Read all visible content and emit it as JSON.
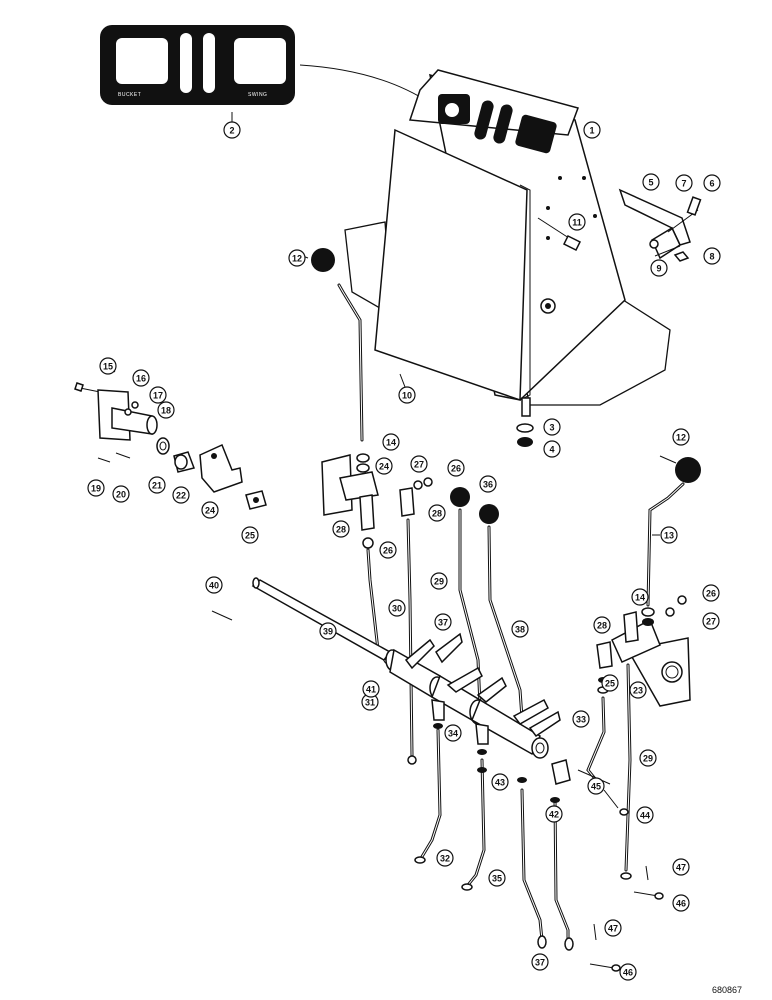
{
  "document_number": "680867",
  "decal": {
    "left_label": "BUCKET",
    "right_label": "SWING"
  },
  "callouts": [
    "1",
    "2",
    "3",
    "4",
    "5",
    "6",
    "7",
    "8",
    "9",
    "10",
    "11",
    "12",
    "13",
    "14",
    "15",
    "16",
    "17",
    "18",
    "19",
    "20",
    "21",
    "22",
    "23",
    "24",
    "25",
    "26",
    "27",
    "28",
    "29",
    "30",
    "31",
    "32",
    "33",
    "34",
    "35",
    "36",
    "37",
    "38",
    "39",
    "40",
    "41",
    "42",
    "43",
    "44",
    "45",
    "46",
    "47"
  ]
}
